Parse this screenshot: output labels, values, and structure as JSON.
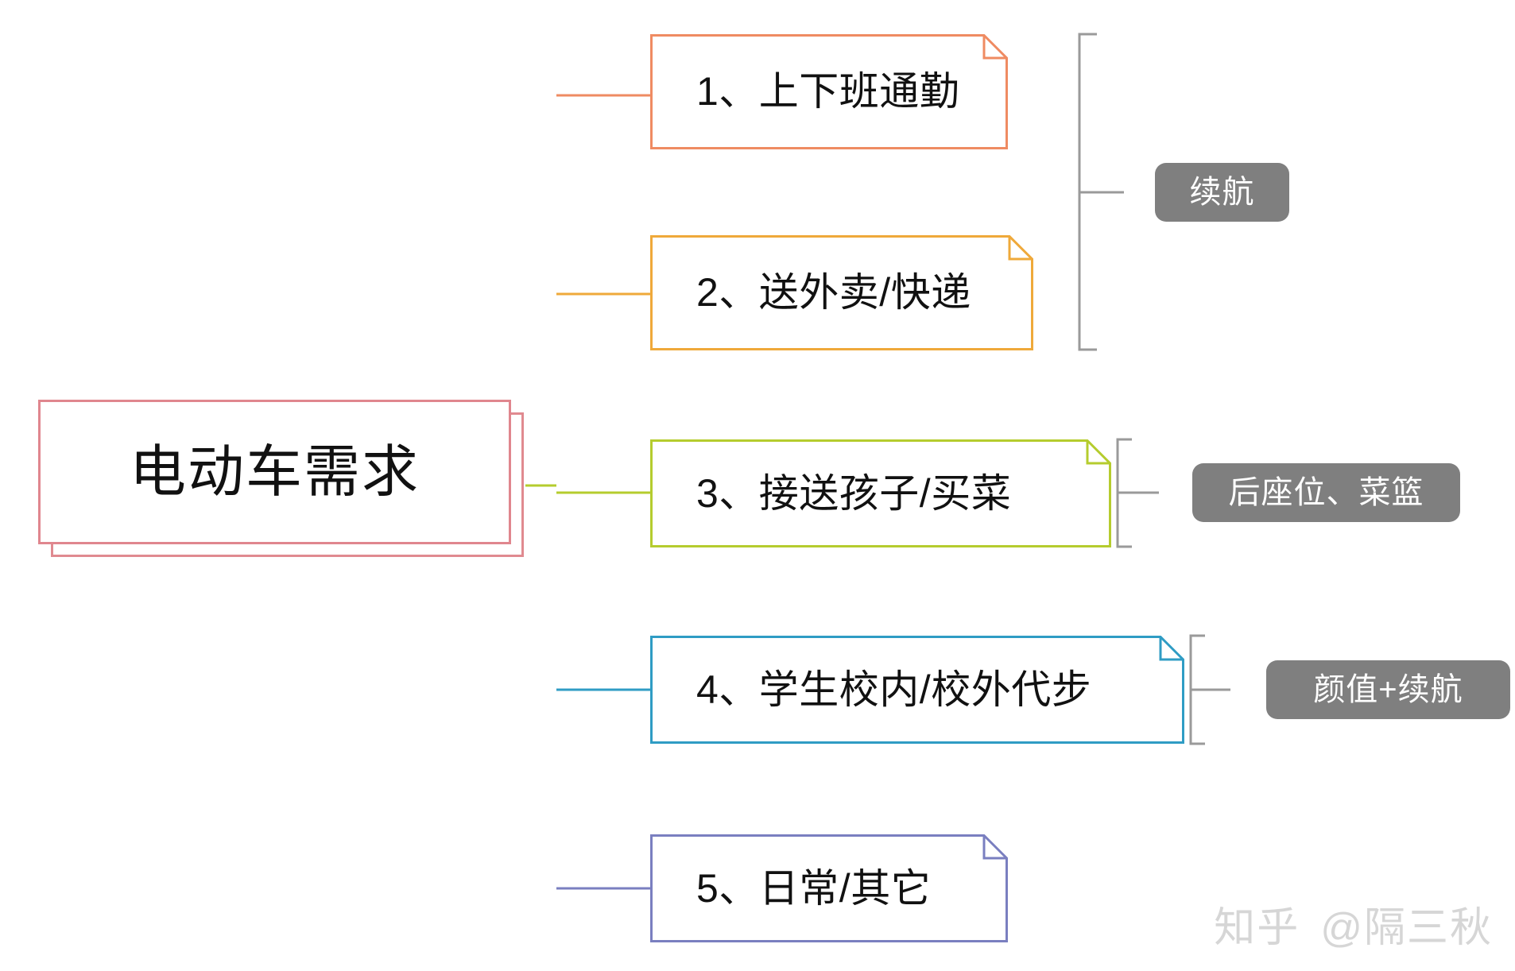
{
  "diagram": {
    "type": "mindmap",
    "title": "电动车需求",
    "root": {
      "label": "电动车需求",
      "border_color": "#e0868e"
    },
    "branches": [
      {
        "index": "1",
        "label": "1、上下班通勤",
        "color": "#ef8b62",
        "tag": "续航"
      },
      {
        "index": "2",
        "label": "2、送外卖/快递",
        "color": "#efa93a",
        "tag": "续航"
      },
      {
        "index": "3",
        "label": "3、接送孩子/买菜",
        "color": "#b5cc2e",
        "tag": "后座位、菜篮"
      },
      {
        "index": "4",
        "label": "4、学生校内/校外代步",
        "color": "#2f9cc4",
        "tag": "颜值+续航"
      },
      {
        "index": "5",
        "label": "5、日常/其它",
        "color": "#7a7fc0",
        "tag": ""
      }
    ],
    "tags": [
      {
        "text": "续航",
        "covers": [
          "1",
          "2"
        ]
      },
      {
        "text": "后座位、菜篮",
        "covers": [
          "3"
        ]
      },
      {
        "text": "颜值+续航",
        "covers": [
          "4"
        ]
      }
    ],
    "tag_bg_color": "#7f7f7f",
    "tag_text_color": "#ffffff",
    "bracket_color": "#9a9a9a",
    "background": "#ffffff"
  },
  "watermark": {
    "brand": "知乎",
    "handle": "@隔三秋"
  }
}
